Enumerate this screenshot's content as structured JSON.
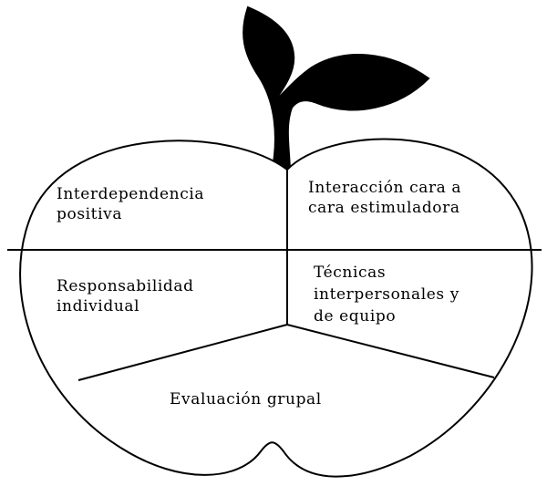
{
  "diagram": {
    "sections": {
      "top_left": {
        "lines": [
          "Interdependencia",
          "positiva"
        ]
      },
      "top_right": {
        "lines": [
          "Interacción cara a",
          "cara estimuladora"
        ]
      },
      "middle_left": {
        "lines": [
          "Responsabilidad",
          "individual"
        ]
      },
      "middle_right": {
        "lines": [
          "Técnicas",
          "interpersonales y",
          "de equipo"
        ]
      },
      "bottom": {
        "lines": [
          "Evaluación grupal"
        ]
      }
    },
    "colors": {
      "outline": "#000000",
      "leaf": "#000000",
      "fill": "#ffffff",
      "text": "#000000"
    }
  }
}
